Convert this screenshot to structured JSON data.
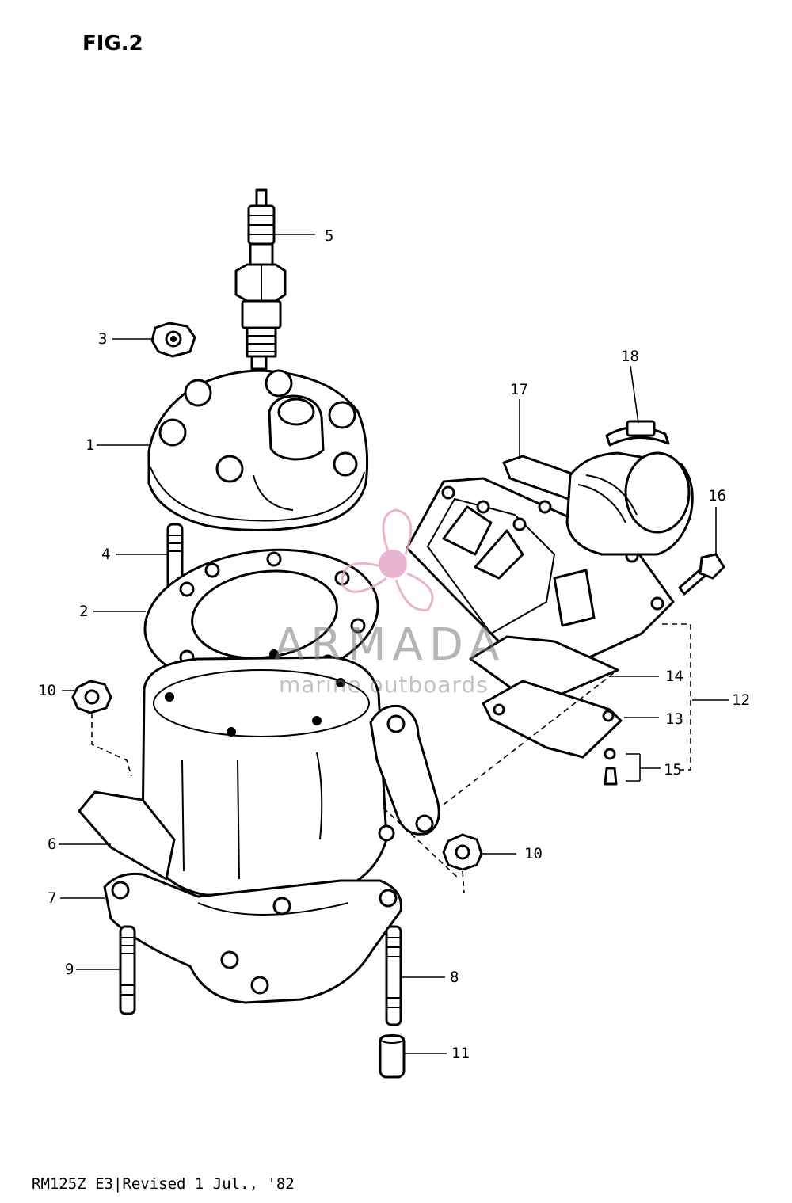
{
  "figure_title": "FIG.2",
  "footer_text": "RM125Z E3|Revised 1 Jul., '82",
  "watermark": {
    "brand": "ARMADA",
    "tagline": "marine outboards",
    "color": "#e6a8c8"
  },
  "callouts": [
    {
      "id": "c5",
      "label": "5"
    },
    {
      "id": "c3",
      "label": "3"
    },
    {
      "id": "c18",
      "label": "18"
    },
    {
      "id": "c17",
      "label": "17"
    },
    {
      "id": "c1",
      "label": "1"
    },
    {
      "id": "c16",
      "label": "16"
    },
    {
      "id": "c4",
      "label": "4"
    },
    {
      "id": "c2",
      "label": "2"
    },
    {
      "id": "c14",
      "label": "14"
    },
    {
      "id": "c12",
      "label": "12"
    },
    {
      "id": "c10a",
      "label": "10"
    },
    {
      "id": "c13",
      "label": "13"
    },
    {
      "id": "c15",
      "label": "15"
    },
    {
      "id": "c6",
      "label": "6"
    },
    {
      "id": "c10b",
      "label": "10"
    },
    {
      "id": "c7",
      "label": "7"
    },
    {
      "id": "c9",
      "label": "9"
    },
    {
      "id": "c8",
      "label": "8"
    },
    {
      "id": "c11",
      "label": "11"
    }
  ]
}
